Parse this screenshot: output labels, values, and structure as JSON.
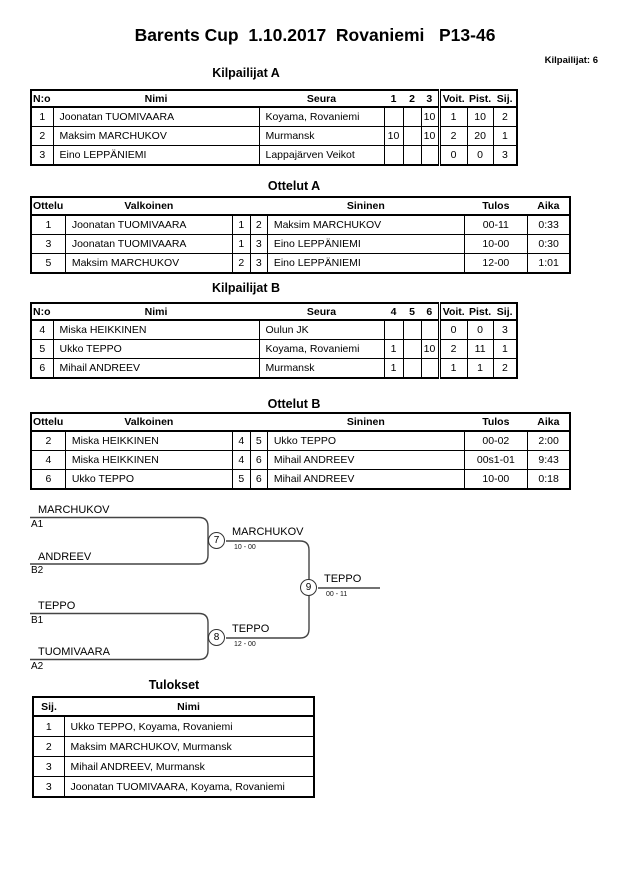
{
  "header": {
    "title": "Barents Cup  1.10.2017  Rovaniemi   P13-46",
    "competitors_label": "Kilpailijat: 6"
  },
  "sections": {
    "kilpailijat_a": {
      "heading": "Kilpailijat A",
      "columns": [
        "N:o",
        "Nimi",
        "Seura",
        "1",
        "2",
        "3",
        "Voit.",
        "Pist.",
        "Sij."
      ],
      "rows": [
        [
          "1",
          "Joonatan TUOMIVAARA",
          "Koyama, Rovaniemi",
          "",
          "",
          "10",
          "1",
          "10",
          "2"
        ],
        [
          "2",
          "Maksim MARCHUKOV",
          "Murmansk",
          "10",
          "",
          "10",
          "2",
          "20",
          "1"
        ],
        [
          "3",
          "Eino LEPPÄNIEMI",
          "Lappajärven Veikot",
          "",
          "",
          "",
          "0",
          "0",
          "3"
        ]
      ]
    },
    "ottelut_a": {
      "heading": "Ottelut A",
      "columns": [
        "Ottelu",
        "Valkoinen",
        "",
        "",
        "Sininen",
        "Tulos",
        "Aika"
      ],
      "rows": [
        [
          "1",
          "Joonatan TUOMIVAARA",
          "1",
          "2",
          "Maksim MARCHUKOV",
          "00-11",
          "0:33"
        ],
        [
          "3",
          "Joonatan TUOMIVAARA",
          "1",
          "3",
          "Eino LEPPÄNIEMI",
          "10-00",
          "0:30"
        ],
        [
          "5",
          "Maksim MARCHUKOV",
          "2",
          "3",
          "Eino LEPPÄNIEMI",
          "12-00",
          "1:01"
        ]
      ]
    },
    "kilpailijat_b": {
      "heading": "Kilpailijat B",
      "columns": [
        "N:o",
        "Nimi",
        "Seura",
        "4",
        "5",
        "6",
        "Voit.",
        "Pist.",
        "Sij."
      ],
      "rows": [
        [
          "4",
          "Miska HEIKKINEN",
          "Oulun JK",
          "",
          "",
          "",
          "0",
          "0",
          "3"
        ],
        [
          "5",
          "Ukko TEPPO",
          "Koyama, Rovaniemi",
          "1",
          "",
          "10",
          "2",
          "11",
          "1"
        ],
        [
          "6",
          "Mihail ANDREEV",
          "Murmansk",
          "1",
          "",
          "",
          "1",
          "1",
          "2"
        ]
      ]
    },
    "ottelut_b": {
      "heading": "Ottelut B",
      "columns": [
        "Ottelu",
        "Valkoinen",
        "",
        "",
        "Sininen",
        "Tulos",
        "Aika"
      ],
      "rows": [
        [
          "2",
          "Miska HEIKKINEN",
          "4",
          "5",
          "Ukko TEPPO",
          "00-02",
          "2:00"
        ],
        [
          "4",
          "Miska HEIKKINEN",
          "4",
          "6",
          "Mihail ANDREEV",
          "00s1-01",
          "9:43"
        ],
        [
          "6",
          "Ukko TEPPO",
          "5",
          "6",
          "Mihail ANDREEV",
          "10-00",
          "0:18"
        ]
      ]
    },
    "bracket": {
      "entries": [
        {
          "name": "MARCHUKOV",
          "seed": "A1"
        },
        {
          "name": "ANDREEV",
          "seed": "B2"
        },
        {
          "name": "TEPPO",
          "seed": "B1"
        },
        {
          "name": "TUOMIVAARA",
          "seed": "A2"
        }
      ],
      "semifinal_1": {
        "number": "7",
        "winner": "MARCHUKOV",
        "score": "10 - 00"
      },
      "semifinal_2": {
        "number": "8",
        "winner": "TEPPO",
        "score": "12 - 00"
      },
      "final": {
        "number": "9",
        "winner": "TEPPO",
        "score": "00 - 11"
      }
    },
    "tulokset": {
      "heading": "Tulokset",
      "columns": [
        "Sij.",
        "Nimi"
      ],
      "rows": [
        [
          "1",
          "Ukko TEPPO, Koyama, Rovaniemi"
        ],
        [
          "2",
          "Maksim MARCHUKOV, Murmansk"
        ],
        [
          "3",
          "Mihail ANDREEV, Murmansk"
        ],
        [
          "3",
          "Joonatan TUOMIVAARA, Koyama, Rovaniemi"
        ]
      ]
    }
  }
}
